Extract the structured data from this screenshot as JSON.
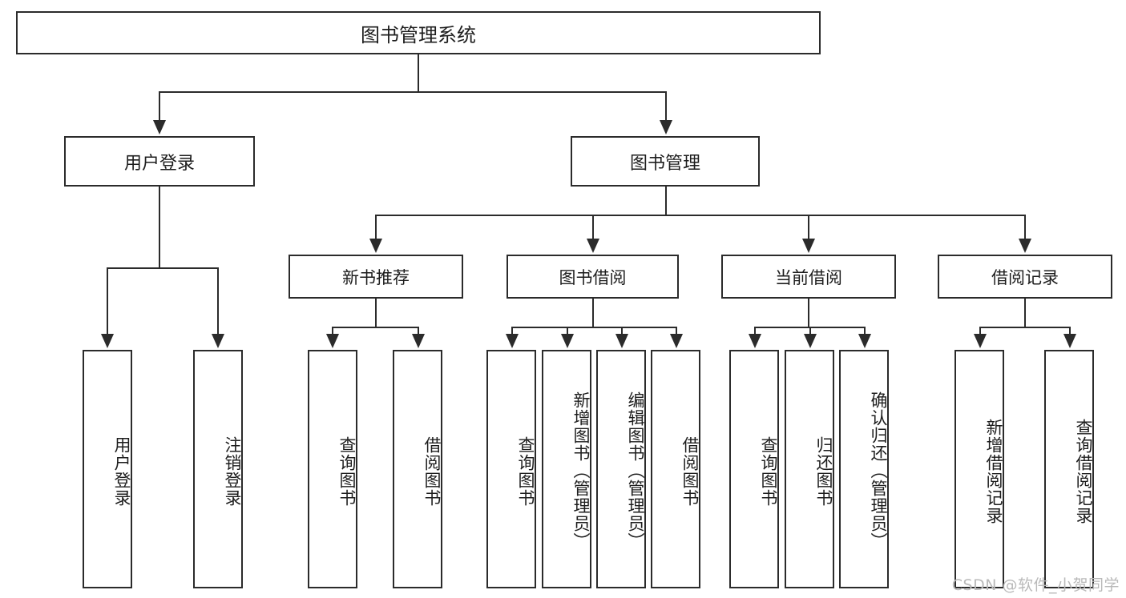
{
  "diagram": {
    "title": "图书管理系统",
    "type": "tree-hierarchy-chart",
    "root": {
      "label": "图书管理系统"
    },
    "level2": [
      {
        "label": "用户登录"
      },
      {
        "label": "图书管理"
      }
    ],
    "level3": [
      {
        "label": "新书推荐"
      },
      {
        "label": "图书借阅"
      },
      {
        "label": "当前借阅"
      },
      {
        "label": "借阅记录"
      }
    ],
    "leaves": {
      "user_login": [
        {
          "label": "用户登录"
        },
        {
          "label": "注销登录"
        }
      ],
      "new_book_recommend": [
        {
          "label": "查询图书"
        },
        {
          "label": "借阅图书"
        }
      ],
      "book_borrow": [
        {
          "label": "查询图书"
        },
        {
          "label": "新增图书（管理员）"
        },
        {
          "label": "编辑图书（管理员）"
        },
        {
          "label": "借阅图书"
        }
      ],
      "current_borrow": [
        {
          "label": "查询图书"
        },
        {
          "label": "归还图书"
        },
        {
          "label": "确认归还（管理员）"
        }
      ],
      "borrow_record": [
        {
          "label": "新增借阅记录"
        },
        {
          "label": "查询借阅记录"
        }
      ]
    }
  },
  "watermark": {
    "text": "CSDN @软件_小贺同学"
  },
  "colors": {
    "stroke": "#2b2b2b",
    "background": "#ffffff",
    "text": "#1d1d1d",
    "watermark": "#b9b9b9"
  }
}
